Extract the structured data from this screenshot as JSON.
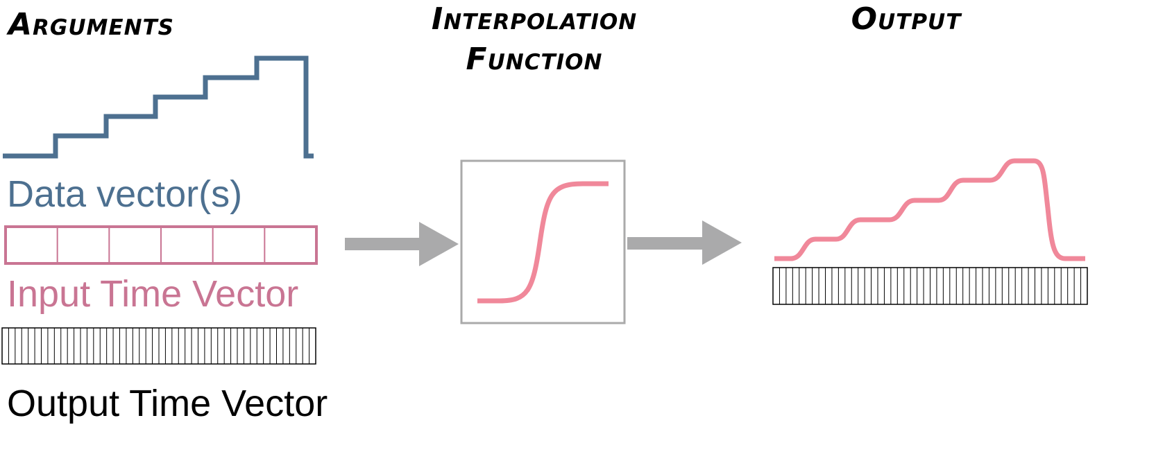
{
  "headings": {
    "arguments": "Arguments",
    "interpolation_line1": "Interpolation",
    "interpolation_line2": "Function",
    "output": "Output"
  },
  "labels": {
    "data_vectors": "Data vector(s)",
    "input_time_vector": "Input Time Vector",
    "output_time_vector": "Output Time Vector"
  },
  "vectors": {
    "input_time_cells": 6,
    "output_time_cells": 48
  },
  "colors": {
    "data": "#4d7090",
    "input_time": "#c97593",
    "output_curve": "#f0889a",
    "arrow": "#aaaaab",
    "box_border": "#aaaaaa",
    "grid": "#000000"
  },
  "icons": {
    "arrow_in": "arrow-right-icon",
    "arrow_out": "arrow-right-icon",
    "function": "sigmoid-curve-icon",
    "data": "step-signal-icon",
    "output": "smoothed-signal-icon"
  }
}
